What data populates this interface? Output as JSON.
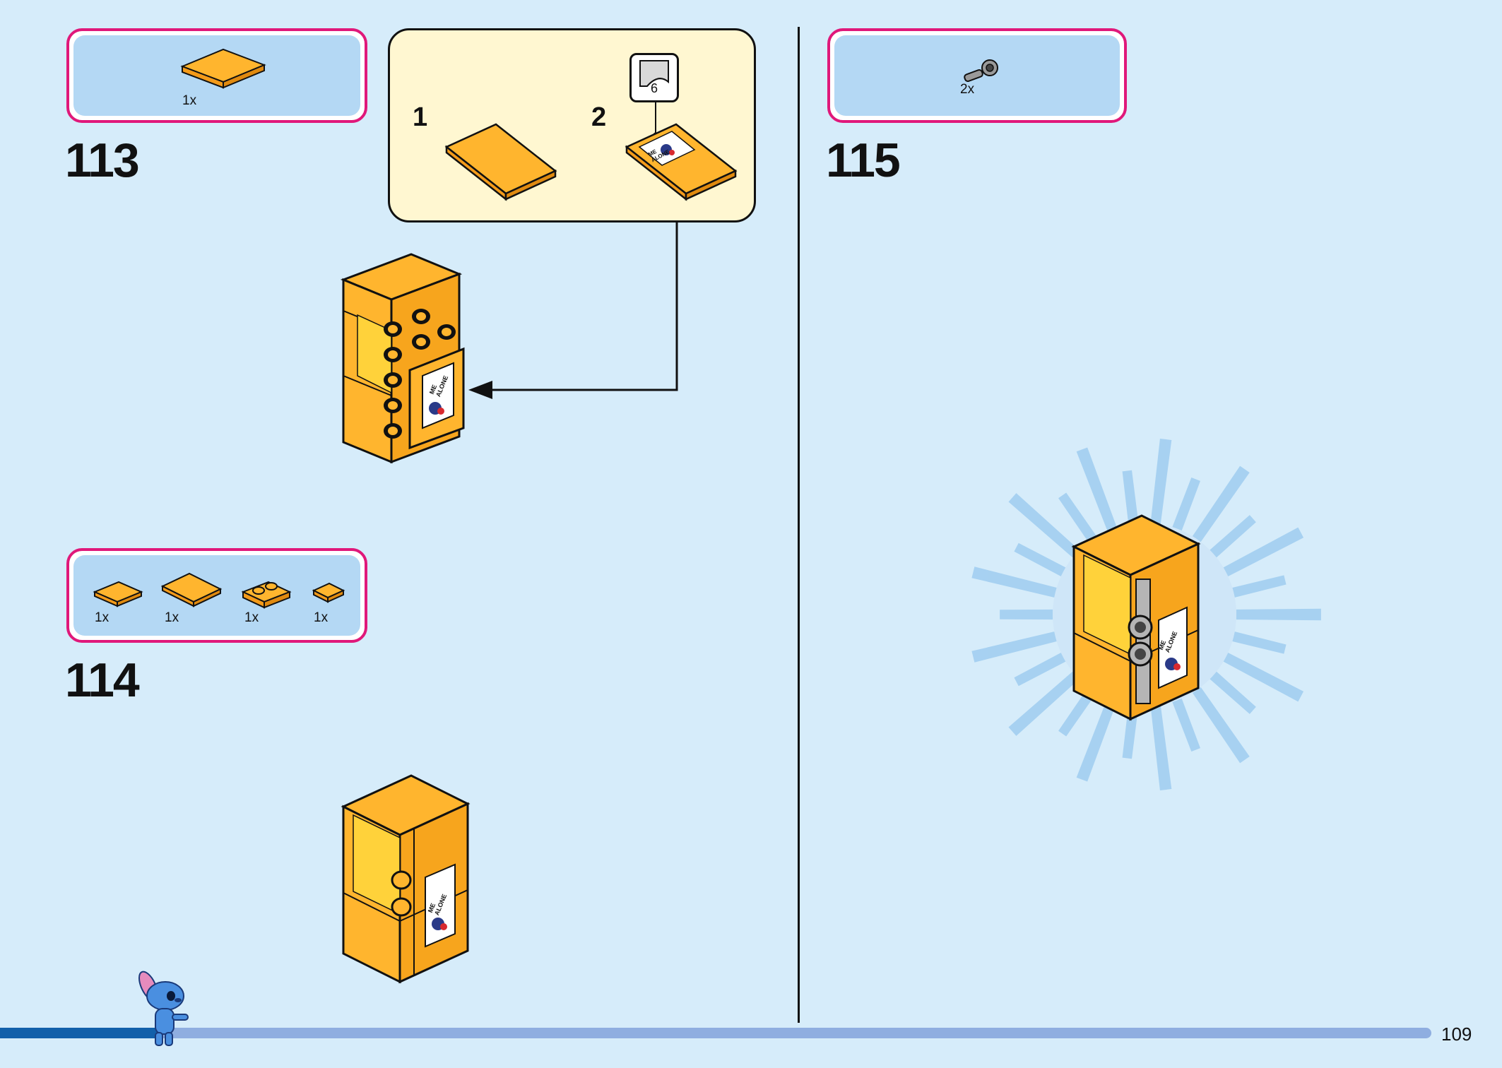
{
  "page": {
    "number": "109"
  },
  "steps": [
    {
      "number": "113",
      "parts": [
        {
          "qty": "1x",
          "icon": "orange-tile-2x4"
        }
      ]
    },
    {
      "number": "114",
      "parts": [
        {
          "qty": "1x",
          "icon": "orange-tile-2x2"
        },
        {
          "qty": "1x",
          "icon": "orange-tile-2x3"
        },
        {
          "qty": "1x",
          "icon": "orange-plate-1x2"
        },
        {
          "qty": "1x",
          "icon": "orange-tile-1x2"
        }
      ]
    },
    {
      "number": "115",
      "parts": [
        {
          "qty": "2x",
          "icon": "gray-hinge-clip"
        }
      ]
    }
  ],
  "callout": {
    "sub_steps": [
      "1",
      "2"
    ],
    "sticker_number": "6",
    "sticker_text": "ME ALONE"
  },
  "model": {
    "sticker_text": "ME ALONE"
  },
  "colors": {
    "background": "#d6ecfa",
    "parts_border": "#e0187a",
    "parts_fill": "#b4d8f4",
    "brick_orange": "#ffb52e",
    "callout_fill": "#fff7d1"
  }
}
